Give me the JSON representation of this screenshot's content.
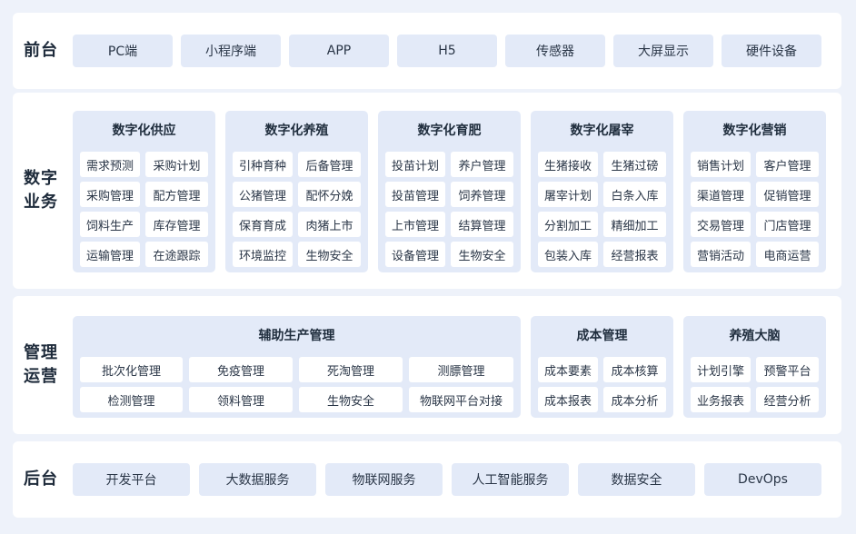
{
  "frontend": {
    "title": "前台",
    "items": [
      "PC端",
      "小程序端",
      "APP",
      "H5",
      "传感器",
      "大屏显示",
      "硬件设备"
    ]
  },
  "business": {
    "title": "数字\n业务",
    "title_lines": [
      "数字",
      "业务"
    ],
    "groups": [
      {
        "title": "数字化供应",
        "items": [
          "需求预测",
          "采购计划",
          "采购管理",
          "配方管理",
          "饲料生产",
          "库存管理",
          "运输管理",
          "在途跟踪"
        ]
      },
      {
        "title": "数字化养殖",
        "items": [
          "引种育种",
          "后备管理",
          "公猪管理",
          "配怀分娩",
          "保育育成",
          "肉猪上市",
          "环境监控",
          "生物安全"
        ]
      },
      {
        "title": "数字化育肥",
        "items": [
          "投苗计划",
          "养户管理",
          "投苗管理",
          "饲养管理",
          "上市管理",
          "结算管理",
          "设备管理",
          "生物安全"
        ]
      },
      {
        "title": "数字化屠宰",
        "items": [
          "生猪接收",
          "生猪过磅",
          "屠宰计划",
          "白条入库",
          "分割加工",
          "精细加工",
          "包装入库",
          "经营报表"
        ]
      },
      {
        "title": "数字化营销",
        "items": [
          "销售计划",
          "客户管理",
          "渠道管理",
          "促销管理",
          "交易管理",
          "门店管理",
          "营销活动",
          "电商运营"
        ]
      }
    ]
  },
  "operations": {
    "title_lines": [
      "管理",
      "运营"
    ],
    "groups": [
      {
        "title": "辅助生产管理",
        "items": [
          "批次化管理",
          "免疫管理",
          "死淘管理",
          "测膘管理",
          "检测管理",
          "领料管理",
          "生物安全",
          "物联网平台对接"
        ]
      },
      {
        "title": "成本管理",
        "items": [
          "成本要素",
          "成本核算",
          "成本报表",
          "成本分析"
        ]
      },
      {
        "title": "养殖大脑",
        "items": [
          "计划引擎",
          "预警平台",
          "业务报表",
          "经营分析"
        ]
      }
    ]
  },
  "backend": {
    "title": "后台",
    "items": [
      "开发平台",
      "大数据服务",
      "物联网服务",
      "人工智能服务",
      "数据安全",
      "DevOps"
    ]
  }
}
